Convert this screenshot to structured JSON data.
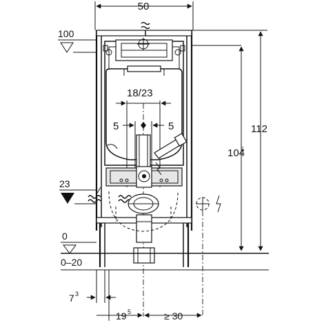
{
  "diagram": {
    "dimensions": {
      "width_top": "50",
      "level_100": "100",
      "height_total": "112",
      "height_inner_base": "104",
      "height_inner_sup": "5",
      "spacing_center": "18/23",
      "offset_left": "5",
      "offset_right": "5",
      "level_23": "23",
      "level_0": "0",
      "range_0_20": "0–20",
      "bottom_left_base": "7",
      "bottom_left_sup": "3",
      "bottom_center_base": "19",
      "bottom_center_sup": "5",
      "bottom_right": "≥ 30"
    },
    "icons": [
      "water-supply-icon",
      "electrical-connection-icon"
    ]
  }
}
